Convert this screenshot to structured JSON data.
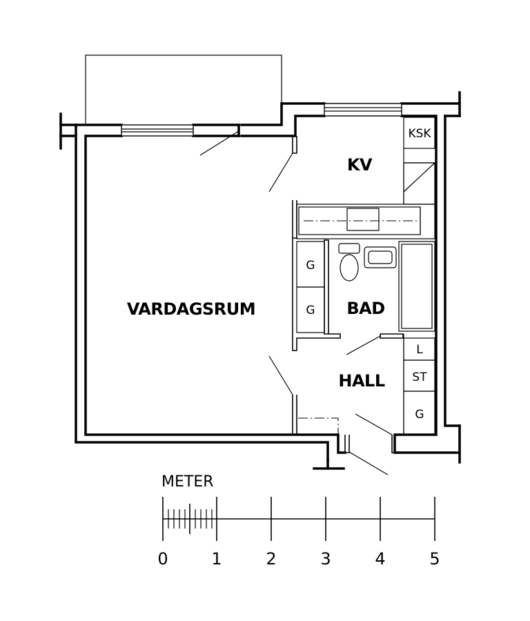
{
  "rooms": {
    "vardagsrum": "VARDAGSRUM",
    "kv": "KV",
    "bad": "BAD",
    "hall": "HALL"
  },
  "fixtures": {
    "ksk": "KSK",
    "g_upper": "G",
    "g_lower": "G",
    "l": "L",
    "st": "ST",
    "g_hall": "G"
  },
  "scale": {
    "label": "METER",
    "ticks": [
      "0",
      "1",
      "2",
      "3",
      "4",
      "5"
    ]
  }
}
